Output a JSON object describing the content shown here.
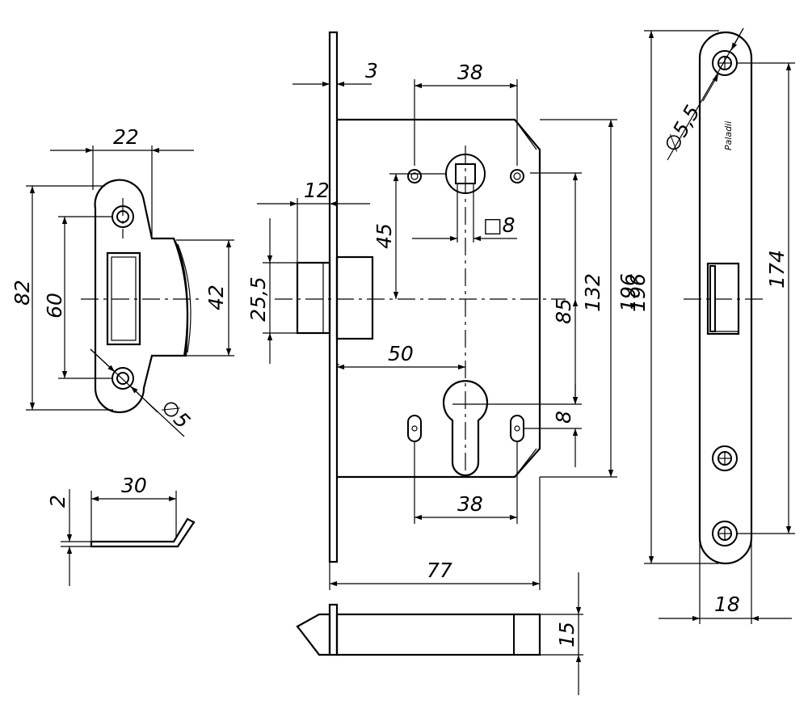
{
  "dimensions": {
    "strike_width": "22",
    "strike_height": "82",
    "strike_hole_spacing": "60",
    "strike_lip_height": "42",
    "strike_hole_diameter": "∅5",
    "strike_side_length": "30",
    "strike_thickness": "2",
    "faceplate_thickness": "3",
    "top_hole_spacing": "38",
    "latch_projection": "12",
    "spindle_offset": "45",
    "spindle_square": "□8",
    "latch_height": "25,5",
    "backset": "50",
    "centre_distance": "85",
    "body_height": "132",
    "faceplate_height": "196",
    "cylinder_offset": "8",
    "bottom_hole_spacing": "38",
    "body_depth": "77",
    "body_width": "15",
    "faceplate_hole_diameter": "∅5,5",
    "faceplate_hole_spacing": "174",
    "faceplate_width": "18"
  },
  "labels": {
    "brand": "Paladii"
  }
}
